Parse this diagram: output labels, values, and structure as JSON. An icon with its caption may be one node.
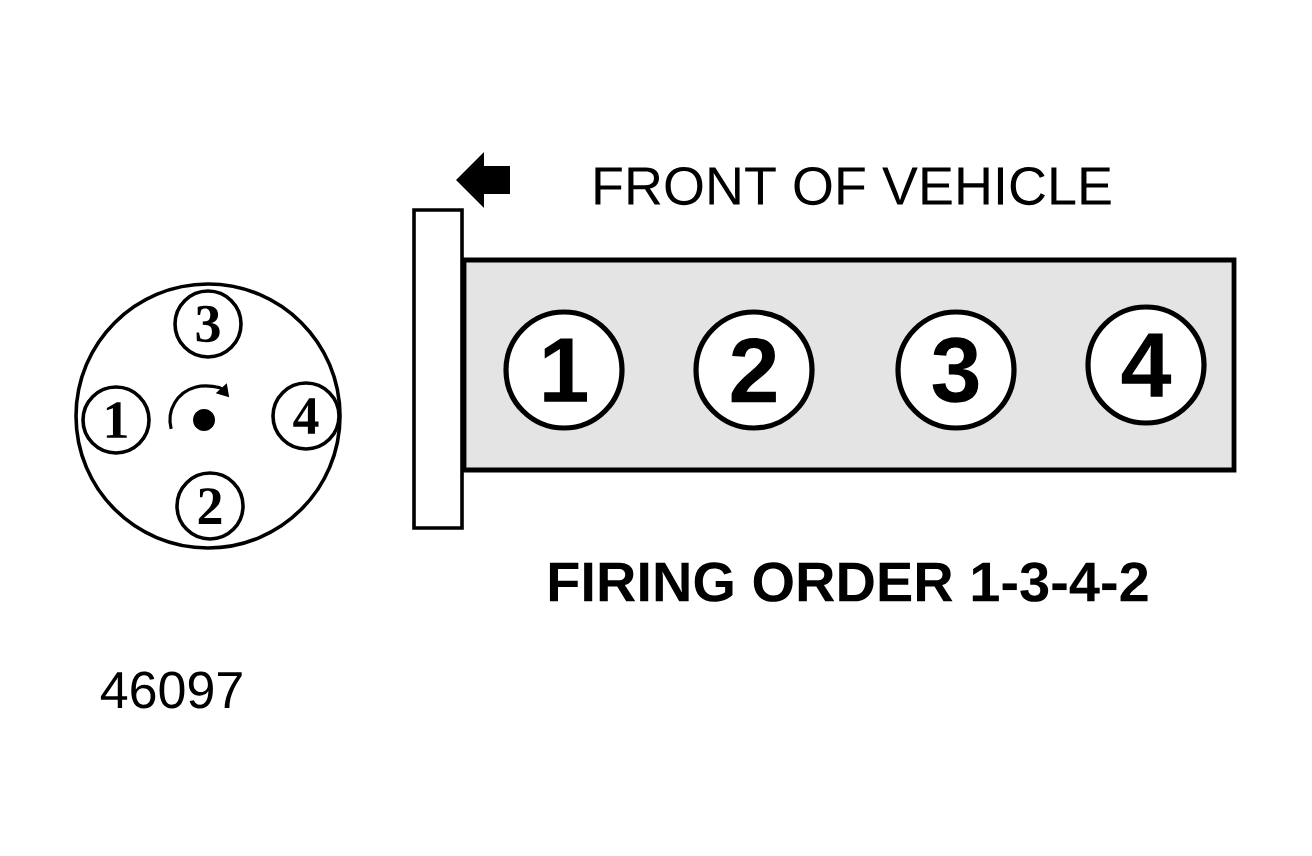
{
  "diagram": {
    "nodes": [
      {
        "text": [],
        "shape": "circle"
      },
      {
        "text": [
          "3"
        ],
        "in": 0
      },
      {
        "text": [
          "1"
        ],
        "in": 0
      },
      {
        "text": [
          "4"
        ],
        "in": 0
      },
      {
        "text": [
          "2"
        ],
        "in": 0
      },
      {
        "text": [],
        "shape": "box"
      },
      {
        "text": [],
        "shape": "box"
      },
      {
        "text": [
          "1"
        ],
        "in": 6
      },
      {
        "text": [
          "2"
        ],
        "in": 6
      },
      {
        "text": [
          "3"
        ],
        "in": 6
      },
      {
        "text": [
          "4"
        ],
        "in": 6
      }
    ],
    "labels": [
      "FRONT OF VEHICLE",
      "FIRING ORDER 1-3-4-2",
      "46097"
    ]
  }
}
